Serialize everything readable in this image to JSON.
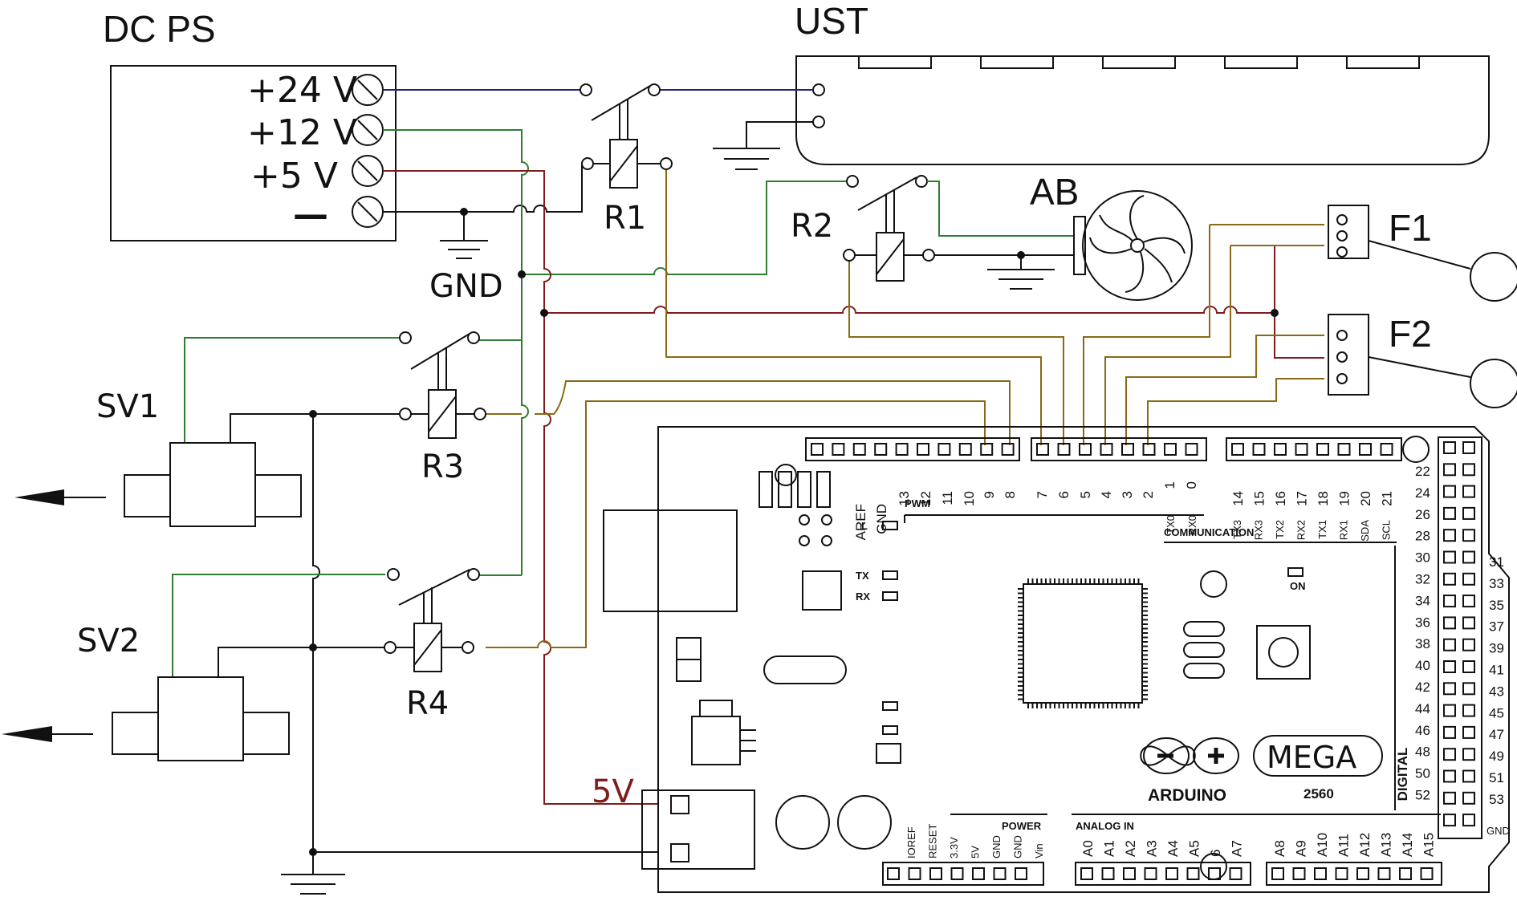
{
  "labels": {
    "dc_ps": "DC PS",
    "ust": "UST",
    "ab": "AB",
    "f1": "F1",
    "f2": "F2",
    "r1": "R1",
    "r2": "R2",
    "r3": "R3",
    "r4": "R4",
    "sv1": "SV1",
    "sv2": "SV2",
    "gnd": "GND",
    "v5": "5V"
  },
  "power_supply": {
    "terminals": [
      "+24 V",
      "+12 V",
      "+5 V",
      "—"
    ]
  },
  "arduino": {
    "brand": "ARDUINO",
    "model": "MEGA",
    "number": "2560",
    "pwm": "PWM",
    "communication": "COMMUNICATION",
    "power": "POWER",
    "analog_in": "ANALOG  IN",
    "digital": "DIGITAL",
    "on": "ON",
    "led_l": "L",
    "led_tx": "TX",
    "led_rx": "RX",
    "top_pins_left": [
      "AREF",
      "GND",
      "13",
      "12",
      "11",
      "10",
      "9",
      "8"
    ],
    "top_pins_mid": [
      "7",
      "6",
      "5",
      "4",
      "3",
      "2"
    ],
    "tx0": "TX0",
    "rx0": "RX0",
    "tx0_num": "1",
    "rx0_num": "0",
    "top_pins_right": [
      "14",
      "15",
      "16",
      "17",
      "18",
      "19",
      "20",
      "21"
    ],
    "top_pins_right_sub": [
      "TX3",
      "RX3",
      "TX2",
      "RX2",
      "TX1",
      "RX1",
      "SDA",
      "SCL"
    ],
    "digital_left": [
      "22",
      "24",
      "26",
      "28",
      "30",
      "32",
      "34",
      "36",
      "38",
      "40",
      "42",
      "44",
      "46",
      "48",
      "50",
      "52"
    ],
    "digital_right": [
      "31",
      "33",
      "35",
      "37",
      "39",
      "41",
      "43",
      "45",
      "47",
      "49",
      "51",
      "53"
    ],
    "digital_gnd": "GND",
    "power_pins": [
      "IOREF",
      "RESET",
      "3.3V",
      "5V",
      "GND",
      "GND",
      "Vin"
    ],
    "analog_pins_a": [
      "A0",
      "A1",
      "A2",
      "A3",
      "A4",
      "A5",
      "6",
      "A7"
    ],
    "analog_pins_b": [
      "A8",
      "A9",
      "A10",
      "A11",
      "A12",
      "A13",
      "A14",
      "A15"
    ]
  }
}
